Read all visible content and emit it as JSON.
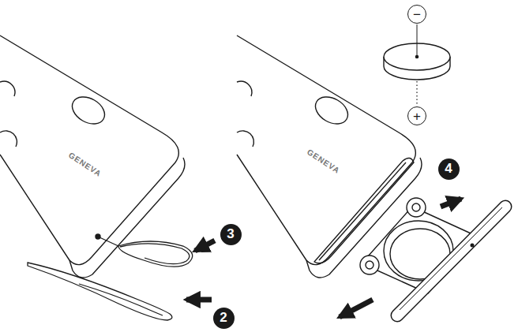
{
  "diagram": {
    "labels": [
      "−",
      "+",
      "4",
      "GENEVA",
      "GENEVA",
      "3",
      "2"
    ]
  }
}
